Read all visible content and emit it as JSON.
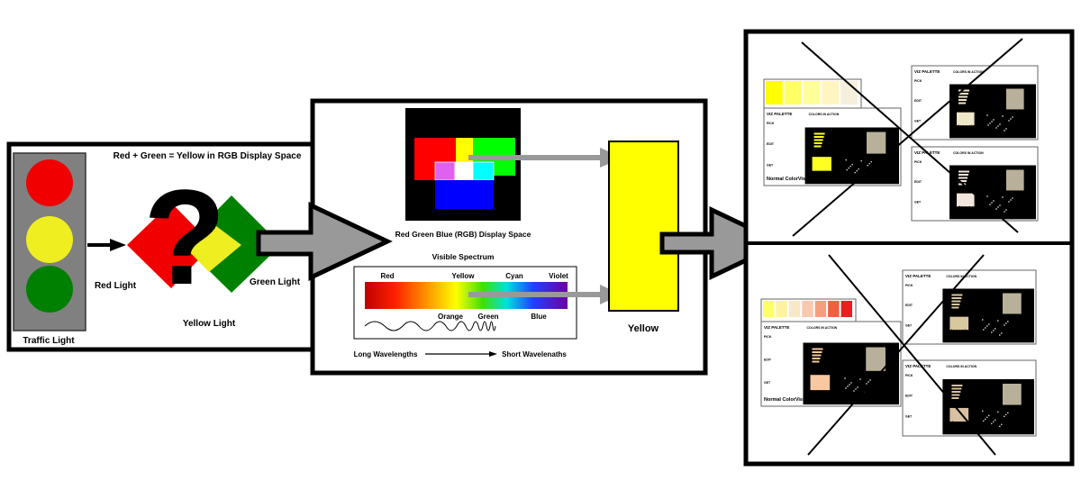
{
  "panel1": {
    "title": "Red + Green = Yellow in RGB Display Space",
    "traffic_light_label": "Traffic Light",
    "red_label": "Red Light",
    "yellow_label": "Yellow Light",
    "green_label": "Green Light",
    "question_mark": "?"
  },
  "panel2": {
    "rgb_label": "Red Green Blue (RGB) Display Space",
    "spectrum_title": "Visible Spectrum",
    "spectrum_top": [
      "Red",
      "Yellow",
      "Cyan",
      "Violet"
    ],
    "spectrum_bottom": [
      "Orange",
      "Green",
      "Blue"
    ],
    "long_label": "Long Wavelengths",
    "short_label": "Short Wavelenaths",
    "result_label": "Yellow"
  },
  "panel3": {
    "app_title": "VIZ PALETTE",
    "section_title": "COLORS IN ACTION",
    "sections": [
      "PICK",
      "EDIT",
      "GET"
    ],
    "normal_label": "Normal ColorVision",
    "protanopia_label": "Protanopia",
    "protanopia_sub": "Loss of Red Cone",
    "deuteranopia_label": "Deuteranopia",
    "deuteranopia_sub": "Loss of Green Cone",
    "top_swatches": [
      "#FFFF00",
      "#FFFF66",
      "#FFFF99",
      "#FFF5C0",
      "#F5F0DC"
    ],
    "bottom_swatches": [
      "#FFFF66",
      "#FFF3A0",
      "#F8E8C8",
      "#F8C8B0",
      "#F4A080",
      "#F06040",
      "#E82020"
    ]
  }
}
